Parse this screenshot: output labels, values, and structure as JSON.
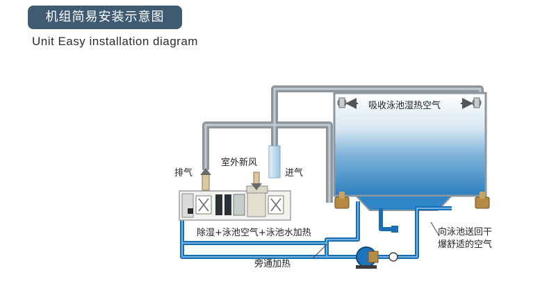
{
  "header": {
    "title": "机组简易安装示意图",
    "subtitle": "Unit Easy installation diagram"
  },
  "labels": {
    "absorb_pool_air": "吸收泳池湿热空气",
    "outdoor_fresh_air": "室外新风",
    "exhaust": "排气",
    "intake": "进气",
    "process": "除湿+泳池空气+泳池水加热",
    "bypass_heating": "旁通加热",
    "return_dry_air_line1": "向泳池送回干",
    "return_dry_air_line2": "爆舒适的空气"
  },
  "colors": {
    "title_bg": "#3f5b73",
    "duct_gray": "#8e979d",
    "water_pipe": "#1a6fb4",
    "pool_water": "#3d8fc9",
    "valve_brass": "#b58b43"
  }
}
